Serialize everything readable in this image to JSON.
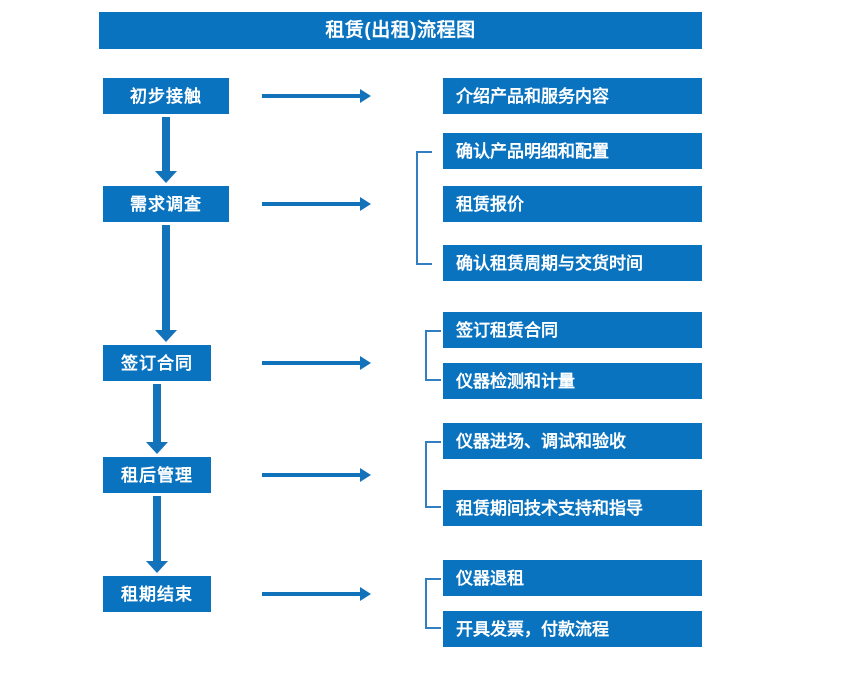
{
  "header": {
    "title": "租赁(出租)流程图"
  },
  "colors": {
    "box_fill": "#0a73bf",
    "title_fill": "#0a73bf",
    "arrow": "#1272ba",
    "bracket": "#2f7fc1",
    "text": "#ffffff",
    "background": "#ffffff"
  },
  "flow": {
    "stages": [
      {
        "id": "stage-1",
        "label": "初步接触"
      },
      {
        "id": "stage-2",
        "label": "需求调查"
      },
      {
        "id": "stage-3",
        "label": "签订合同"
      },
      {
        "id": "stage-4",
        "label": "租后管理"
      },
      {
        "id": "stage-5",
        "label": "租期结束"
      }
    ],
    "groups": [
      {
        "id": "group-1",
        "stage": "初步接触",
        "bracket": false,
        "items": [
          {
            "id": "detail-1-1",
            "label": "介绍产品和服务内容"
          }
        ]
      },
      {
        "id": "group-2",
        "stage": "需求调查",
        "bracket": true,
        "items": [
          {
            "id": "detail-2-1",
            "label": "确认产品明细和配置"
          },
          {
            "id": "detail-2-2",
            "label": "租赁报价"
          },
          {
            "id": "detail-2-3",
            "label": "确认租赁周期与交货时间"
          }
        ]
      },
      {
        "id": "group-3",
        "stage": "签订合同",
        "bracket": true,
        "items": [
          {
            "id": "detail-3-1",
            "label": "签订租赁合同"
          },
          {
            "id": "detail-3-2",
            "label": "仪器检测和计量"
          }
        ]
      },
      {
        "id": "group-4",
        "stage": "租后管理",
        "bracket": true,
        "items": [
          {
            "id": "detail-4-1",
            "label": "仪器进场、调试和验收"
          },
          {
            "id": "detail-4-2",
            "label": "租赁期间技术支持和指导"
          }
        ]
      },
      {
        "id": "group-5",
        "stage": "租期结束",
        "bracket": true,
        "items": [
          {
            "id": "detail-5-1",
            "label": "仪器退租"
          },
          {
            "id": "detail-5-2",
            "label": "开具发票，付款流程"
          }
        ]
      }
    ],
    "connectors": {
      "vertical_arrow_icon": "arrow-down-icon",
      "horizontal_arrow_icon": "arrow-right-icon",
      "bracket_icon": "bracket-left-icon"
    }
  }
}
